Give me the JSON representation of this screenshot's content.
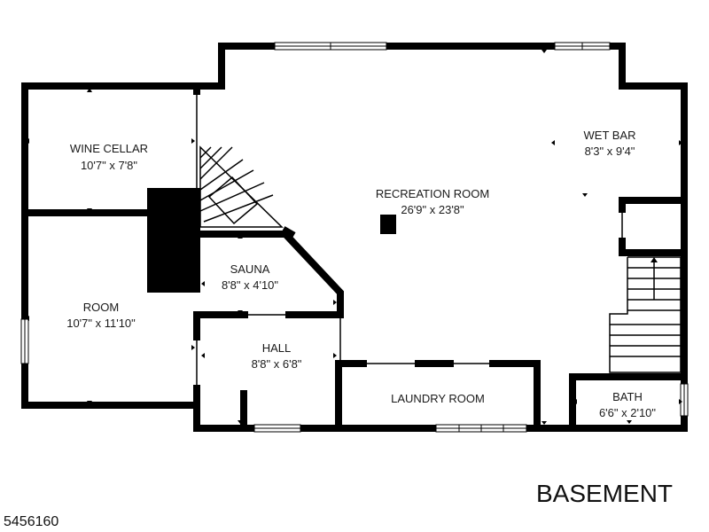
{
  "floor_label": "BASEMENT",
  "listing_id": "5456160",
  "rooms": [
    {
      "key": "wine-cellar",
      "name": "WINE CELLAR",
      "dim": "10'7\" x 7'8\""
    },
    {
      "key": "room",
      "name": "ROOM",
      "dim": "10'7\" x 11'10\""
    },
    {
      "key": "sauna",
      "name": "SAUNA",
      "dim": "8'8\" x 4'10\""
    },
    {
      "key": "hall",
      "name": "HALL",
      "dim": "8'8\" x 6'8\""
    },
    {
      "key": "recreation-room",
      "name": "RECREATION ROOM",
      "dim": "26'9\" x 23'8\""
    },
    {
      "key": "wet-bar",
      "name": "WET BAR",
      "dim": "8'3\" x 9'4\""
    },
    {
      "key": "laundry-room",
      "name": "LAUNDRY ROOM",
      "dim": ""
    },
    {
      "key": "bath",
      "name": "BATH",
      "dim": "6'6\" x 2'10\""
    }
  ]
}
